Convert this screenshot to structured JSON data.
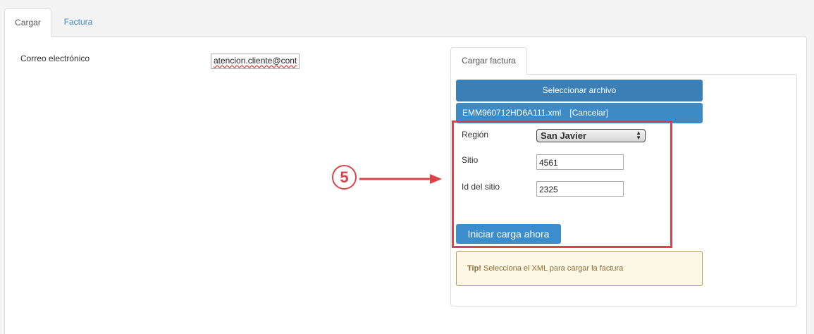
{
  "tabs": [
    {
      "label": "Cargar"
    },
    {
      "label": "Factura"
    }
  ],
  "email": {
    "label": "Correo electrónico",
    "value": "atencion.cliente@cont"
  },
  "upload_panel": {
    "tab_label": "Cargar factura",
    "select_file_label": "Seleccionar archivo",
    "file_name": "EMM960712HD6A111.xml",
    "cancel_label": "[Cancelar]",
    "region": {
      "label": "Región",
      "value": "San Javier"
    },
    "site": {
      "label": "Sitio",
      "value": "4561"
    },
    "site_id": {
      "label": "Id del sitio",
      "value": "2325"
    },
    "start_button_label": "Iniciar carga ahora",
    "tip": {
      "strong": "Tip!",
      "text": " Selecciona el XML para cargar la factura"
    }
  },
  "annotation": {
    "number": "5",
    "color": "#d9434a"
  }
}
